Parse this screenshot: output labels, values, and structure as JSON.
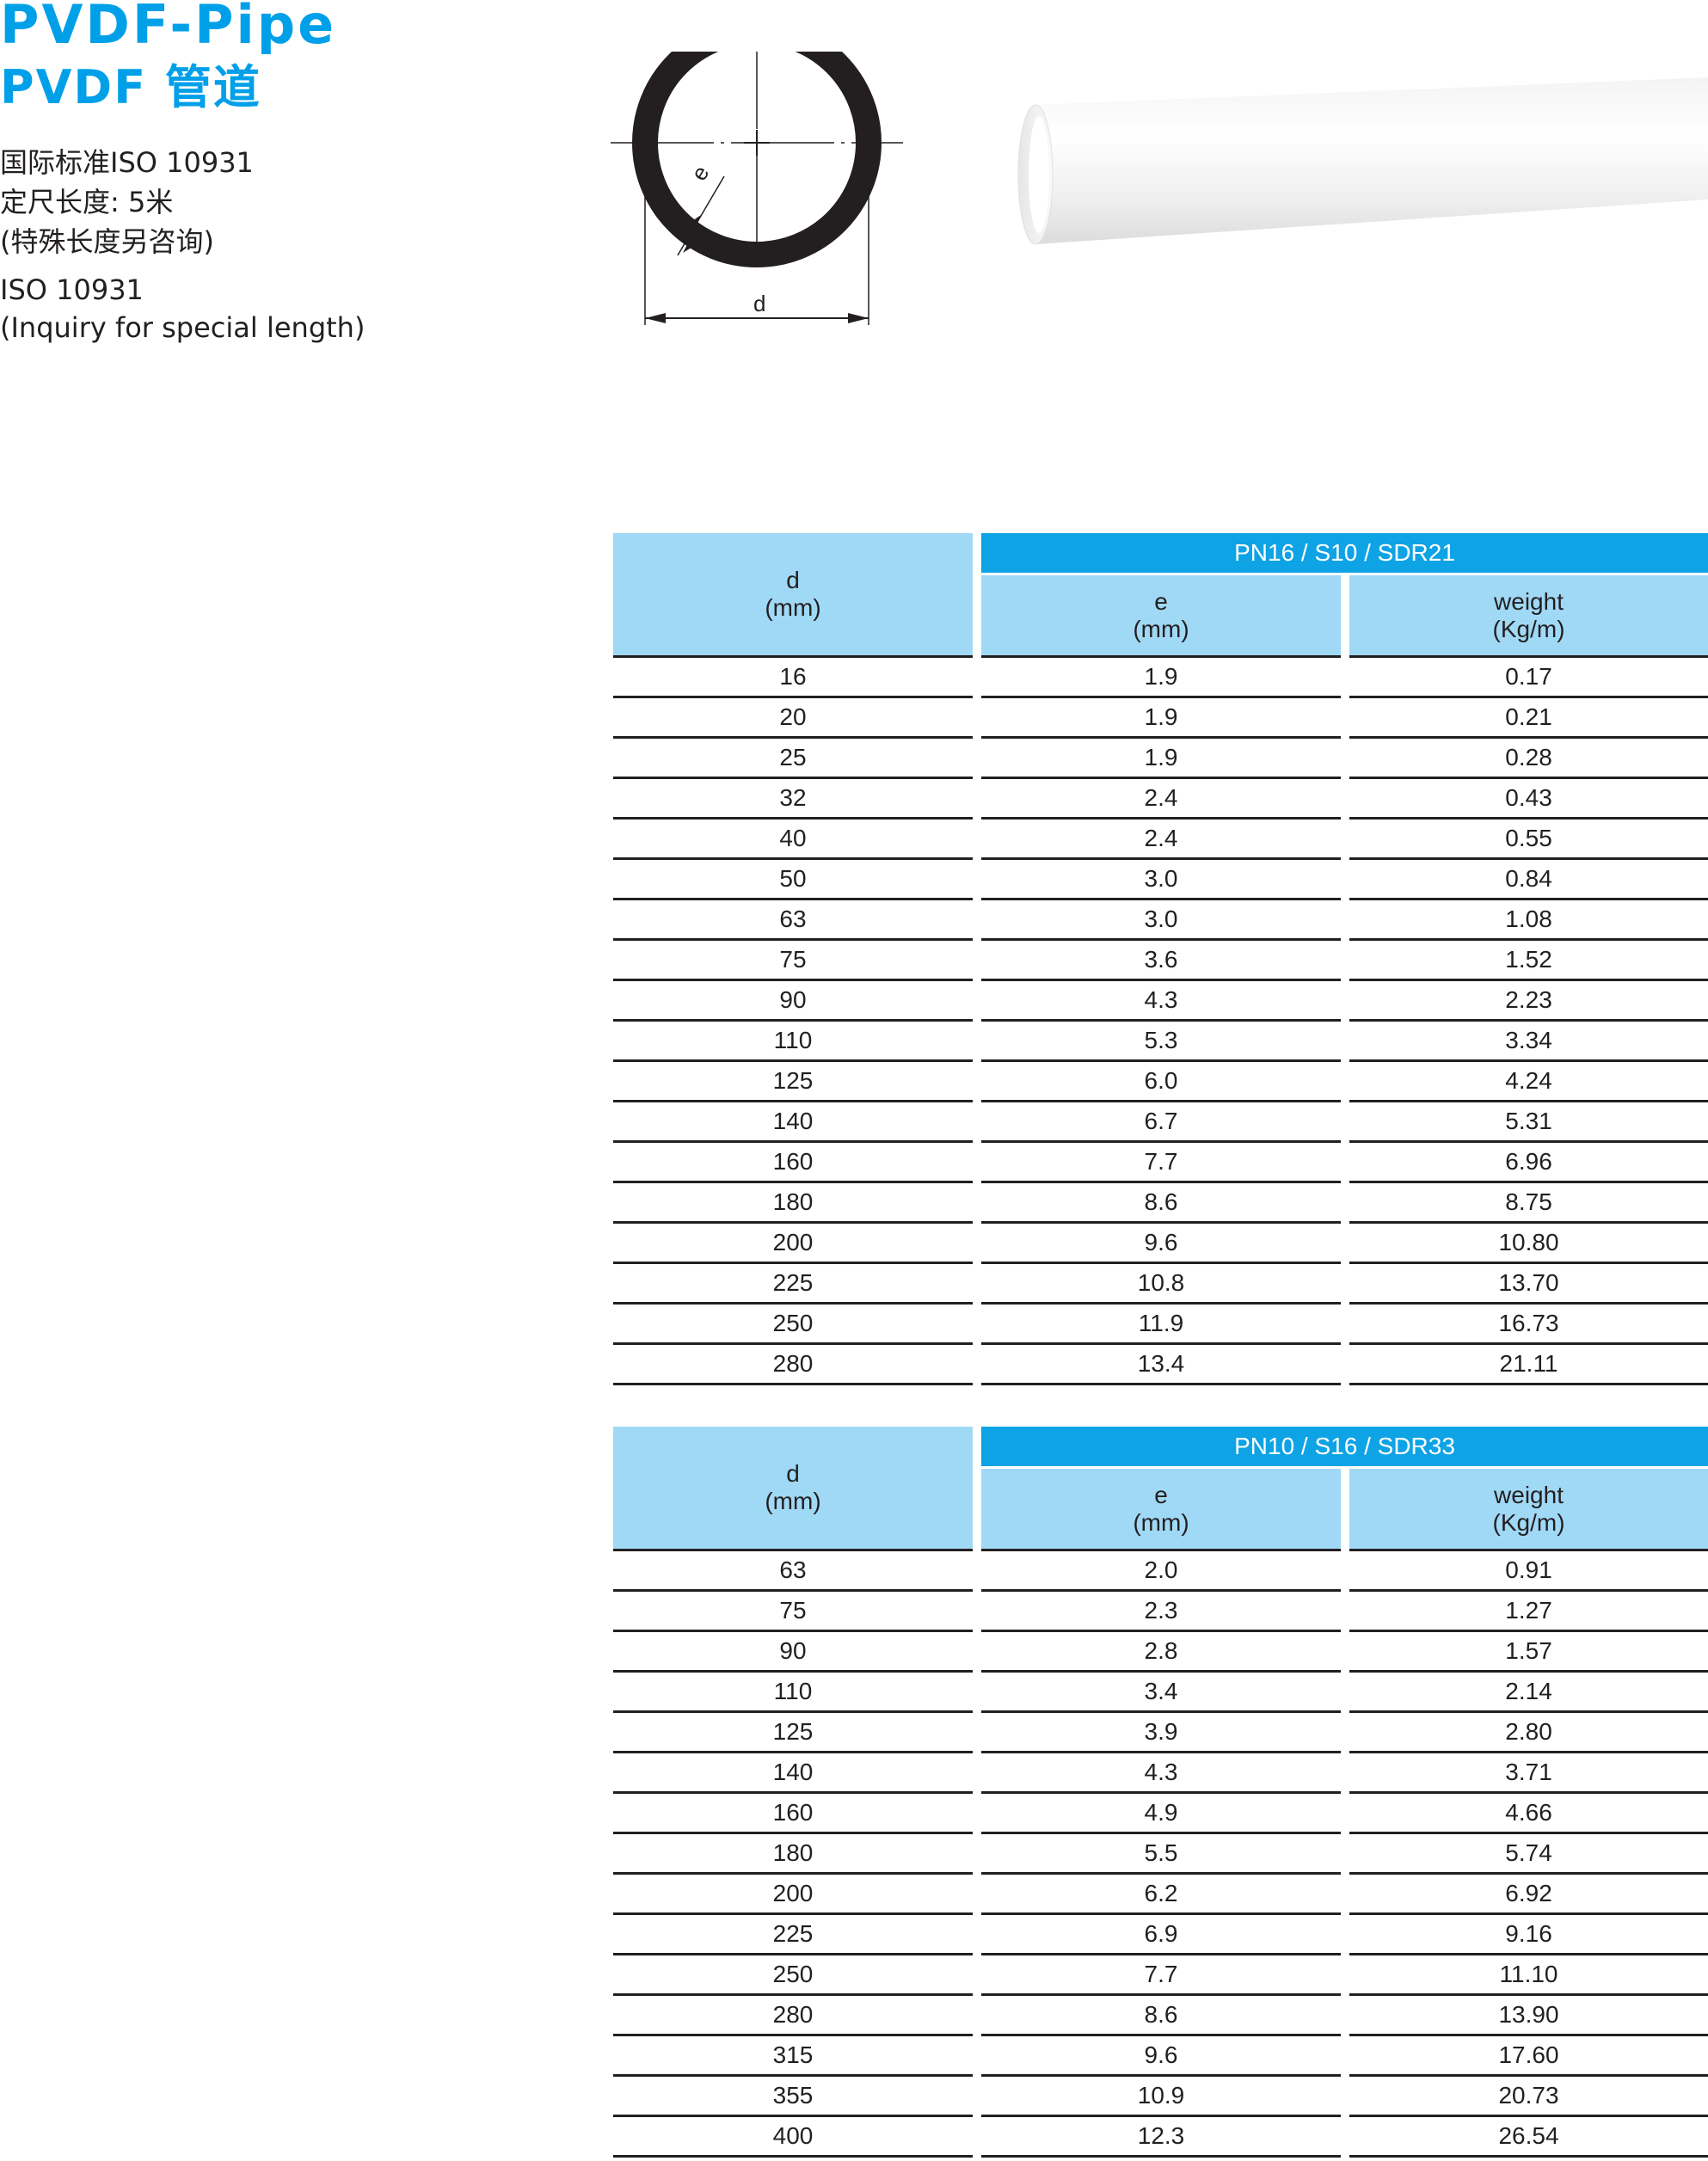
{
  "header": {
    "title_en": "PVDF-Pipe",
    "title_cn": "PVDF 管道"
  },
  "specs": {
    "line1": "国际标准ISO 10931",
    "line2": "定尺长度: 5米",
    "line3": "(特殊长度另咨询)",
    "line4": "ISO 10931",
    "line5": "(Inquiry for special length)"
  },
  "diagram": {
    "label_d": "d",
    "label_e": "e"
  },
  "colors": {
    "brand_blue": "#00a0e9",
    "header_dark": "#0ea3e5",
    "header_light": "#a0d9f6"
  },
  "table1": {
    "group": "PN16 / S10 / SDR21",
    "col_d": "d",
    "col_d_unit": "(mm)",
    "col_e": "e",
    "col_e_unit": "(mm)",
    "col_w": "weight",
    "col_w_unit": "(Kg/m)",
    "rows": [
      [
        "16",
        "1.9",
        "0.17"
      ],
      [
        "20",
        "1.9",
        "0.21"
      ],
      [
        "25",
        "1.9",
        "0.28"
      ],
      [
        "32",
        "2.4",
        "0.43"
      ],
      [
        "40",
        "2.4",
        "0.55"
      ],
      [
        "50",
        "3.0",
        "0.84"
      ],
      [
        "63",
        "3.0",
        "1.08"
      ],
      [
        "75",
        "3.6",
        "1.52"
      ],
      [
        "90",
        "4.3",
        "2.23"
      ],
      [
        "110",
        "5.3",
        "3.34"
      ],
      [
        "125",
        "6.0",
        "4.24"
      ],
      [
        "140",
        "6.7",
        "5.31"
      ],
      [
        "160",
        "7.7",
        "6.96"
      ],
      [
        "180",
        "8.6",
        "8.75"
      ],
      [
        "200",
        "9.6",
        "10.80"
      ],
      [
        "225",
        "10.8",
        "13.70"
      ],
      [
        "250",
        "11.9",
        "16.73"
      ],
      [
        "280",
        "13.4",
        "21.11"
      ]
    ]
  },
  "table2": {
    "group": "PN10 / S16 / SDR33",
    "col_d": "d",
    "col_d_unit": "(mm)",
    "col_e": "e",
    "col_e_unit": "(mm)",
    "col_w": "weight",
    "col_w_unit": "(Kg/m)",
    "rows": [
      [
        "63",
        "2.0",
        "0.91"
      ],
      [
        "75",
        "2.3",
        "1.27"
      ],
      [
        "90",
        "2.8",
        "1.57"
      ],
      [
        "110",
        "3.4",
        "2.14"
      ],
      [
        "125",
        "3.9",
        "2.80"
      ],
      [
        "140",
        "4.3",
        "3.71"
      ],
      [
        "160",
        "4.9",
        "4.66"
      ],
      [
        "180",
        "5.5",
        "5.74"
      ],
      [
        "200",
        "6.2",
        "6.92"
      ],
      [
        "225",
        "6.9",
        "9.16"
      ],
      [
        "250",
        "7.7",
        "11.10"
      ],
      [
        "280",
        "8.6",
        "13.90"
      ],
      [
        "315",
        "9.6",
        "17.60"
      ],
      [
        "355",
        "10.9",
        "20.73"
      ],
      [
        "400",
        "12.3",
        "26.54"
      ]
    ]
  }
}
